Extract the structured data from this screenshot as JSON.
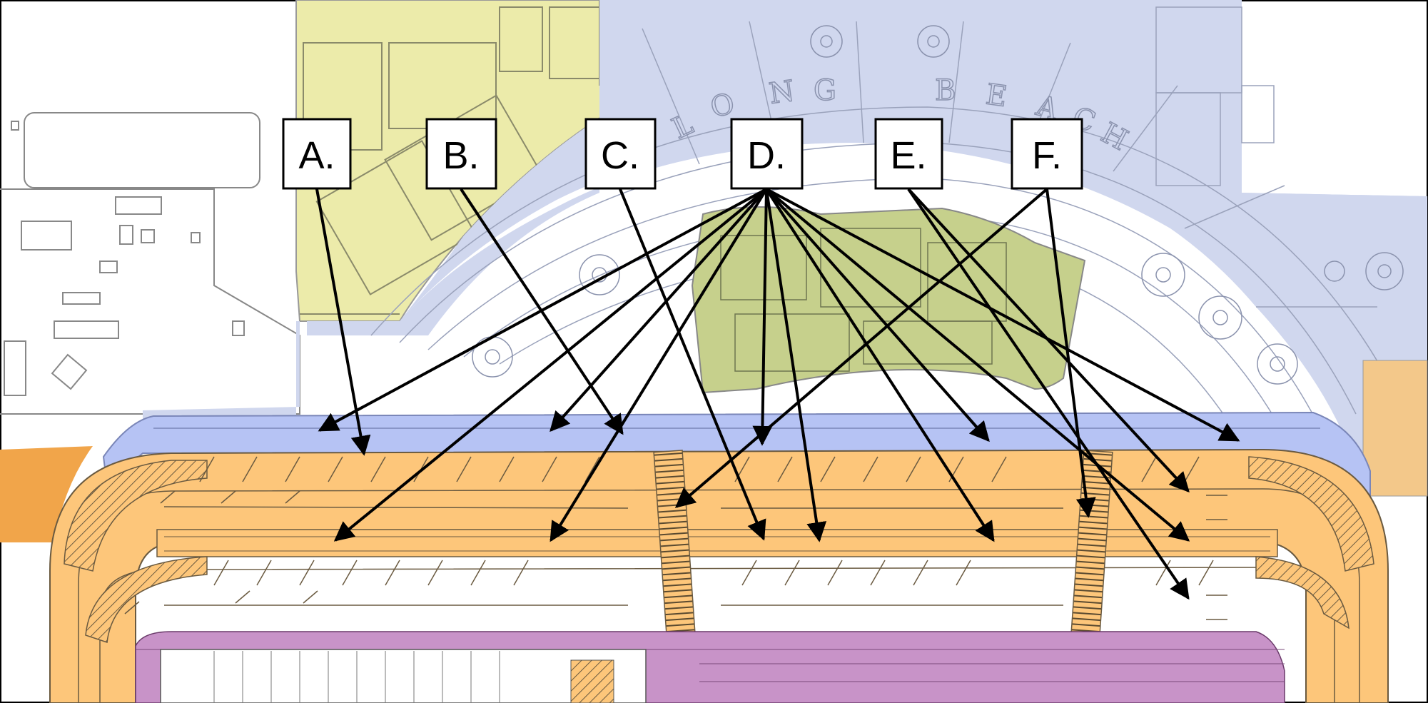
{
  "diagram": {
    "callouts": [
      {
        "id": "A",
        "label": "A."
      },
      {
        "id": "B",
        "label": "B."
      },
      {
        "id": "C",
        "label": "C."
      },
      {
        "id": "D",
        "label": "D."
      },
      {
        "id": "E",
        "label": "E."
      },
      {
        "id": "F",
        "label": "F."
      }
    ],
    "map_text": [
      "L",
      "O",
      "N",
      "G",
      "B",
      "E",
      "A",
      "C",
      "H"
    ],
    "zones": [
      {
        "name": "building-zone",
        "color": "#ecebaa"
      },
      {
        "name": "plaza-zone",
        "color": "#d0d7ee"
      },
      {
        "name": "platform-zone",
        "color": "#b6c3f4"
      },
      {
        "name": "roadway-zone",
        "color": "#fdc67a"
      },
      {
        "name": "garden-zone",
        "color": "#c6d08c"
      },
      {
        "name": "lower-zone",
        "color": "#c893c8"
      },
      {
        "name": "side-zone",
        "color": "#f3c88a"
      }
    ],
    "arrow_color": "#000000"
  }
}
